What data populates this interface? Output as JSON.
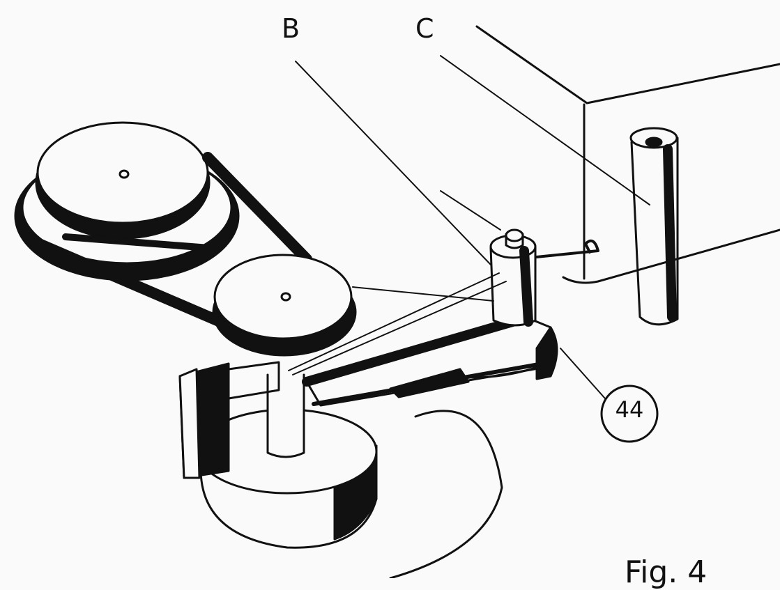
{
  "labels": {
    "b": "B",
    "c": "C",
    "part_number": "44",
    "figure": "Fig. 4"
  },
  "colors": {
    "ink": "#111111",
    "paper": "#fafafa"
  }
}
